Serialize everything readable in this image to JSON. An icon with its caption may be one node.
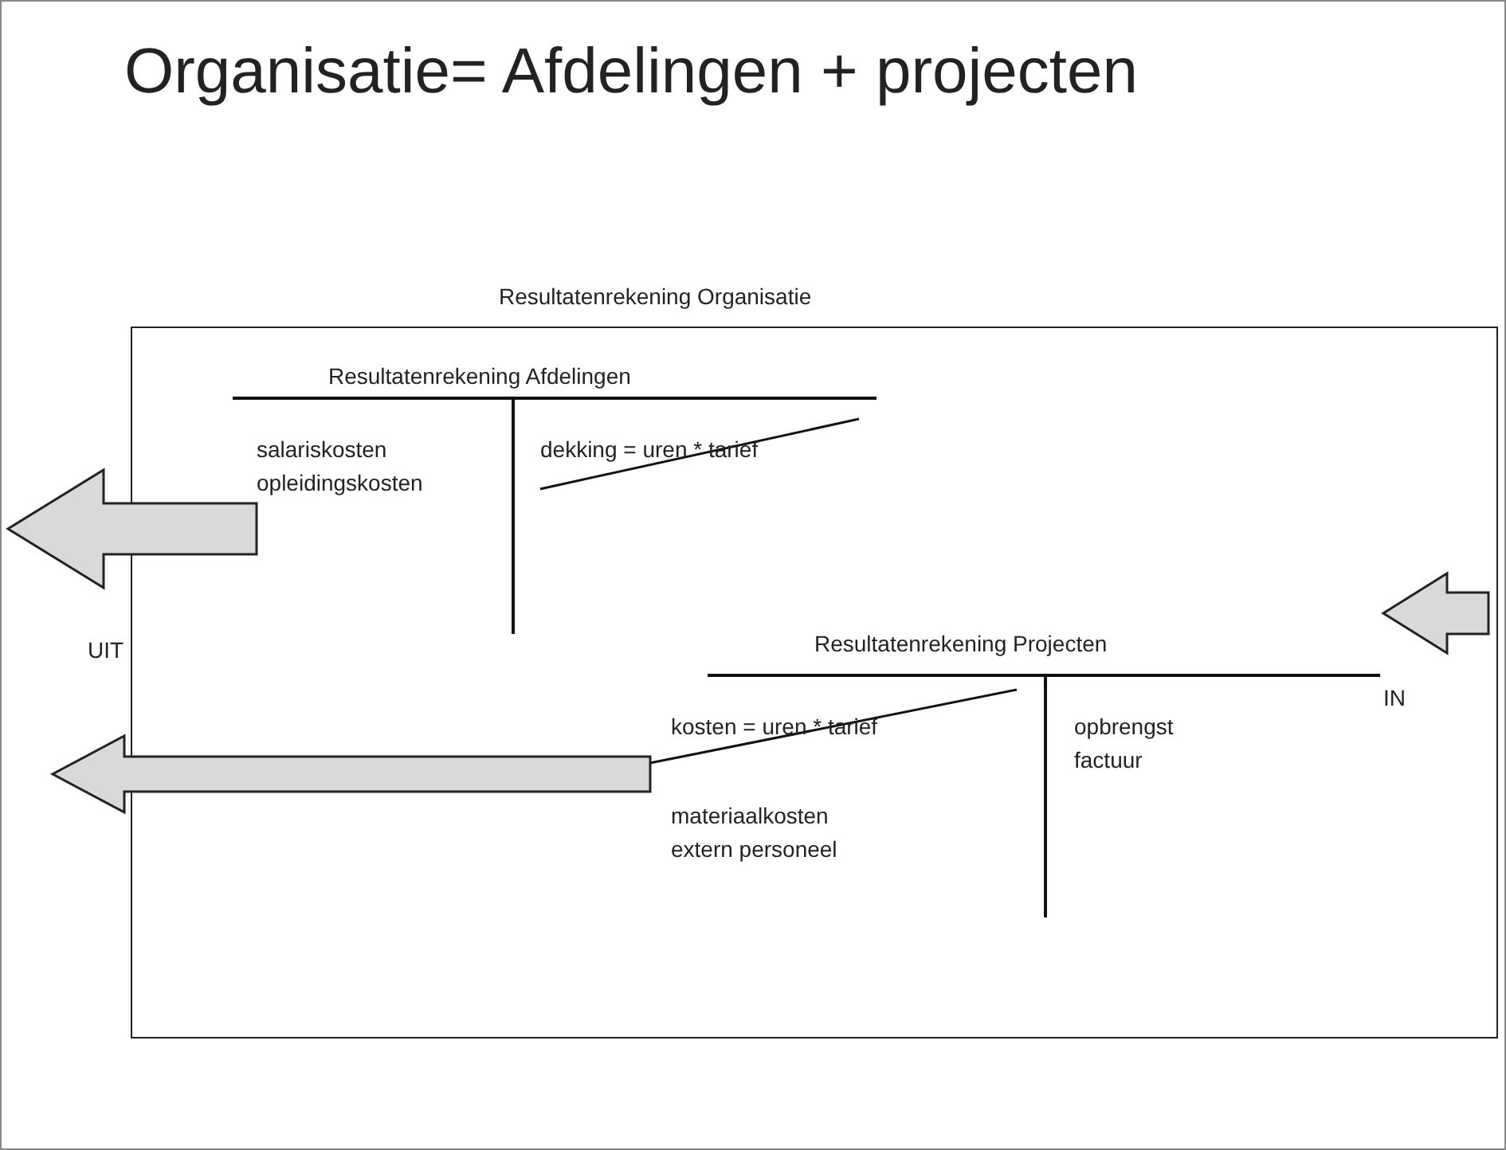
{
  "diagram": {
    "title": "Organisatie= Afdelingen + projecten",
    "nodes": [
      {
        "text": [
          "Resultatenrekening Organisatie"
        ]
      },
      {
        "text": [
          "Resultatenrekening Afdelingen",
          "salariskosten opleidingskosten",
          "dekking = uren * tarief"
        ],
        "in": 0
      },
      {
        "text": [
          "Resultatenrekening Projecten",
          "kosten = uren * tarief",
          "materiaalkosten extern personeel",
          "opbrengst factuur"
        ],
        "in": 0
      }
    ],
    "edges": [
      {
        "from": 1,
        "to": null,
        "arrow": "to"
      },
      {
        "from": 2,
        "to": null,
        "arrow": "to"
      },
      {
        "from": null,
        "to": 2,
        "arrow": "to"
      }
    ],
    "labels": [
      "UIT",
      "IN"
    ]
  }
}
